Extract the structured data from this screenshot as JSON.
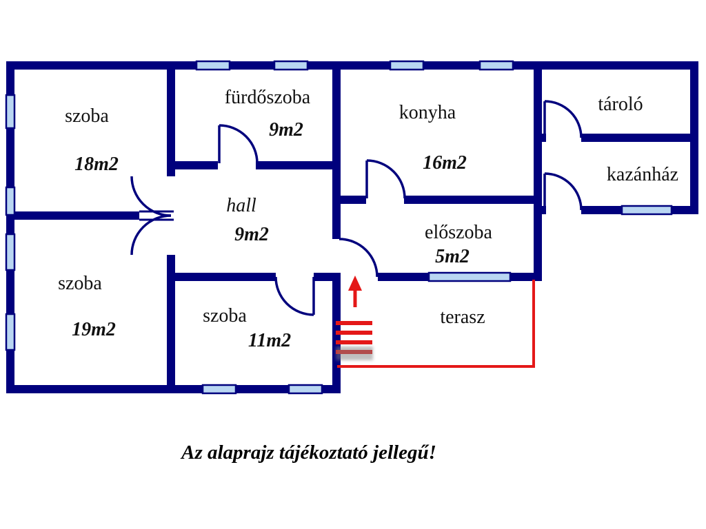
{
  "colors": {
    "wall": "#00007d",
    "window": "#b9d6f2",
    "accent": "#e41818",
    "text": "#111111",
    "background": "#ffffff"
  },
  "caption": "Az alaprajz tájékoztató jellegű!",
  "rooms": {
    "szoba18": {
      "name": "szoba",
      "area": "18m2"
    },
    "furdoszoba": {
      "name": "fürdőszoba",
      "area": "9m2"
    },
    "konyha": {
      "name": "konyha",
      "area": "16m2"
    },
    "tarolo": {
      "name": "tároló"
    },
    "kazanhaz": {
      "name": "kazánház"
    },
    "hall": {
      "name": "hall",
      "area": "9m2"
    },
    "eloszoba": {
      "name": "előszoba",
      "area": "5m2"
    },
    "szoba19": {
      "name": "szoba",
      "area": "19m2"
    },
    "szoba11": {
      "name": "szoba",
      "area": "11m2"
    },
    "terasz": {
      "name": "terasz"
    }
  }
}
